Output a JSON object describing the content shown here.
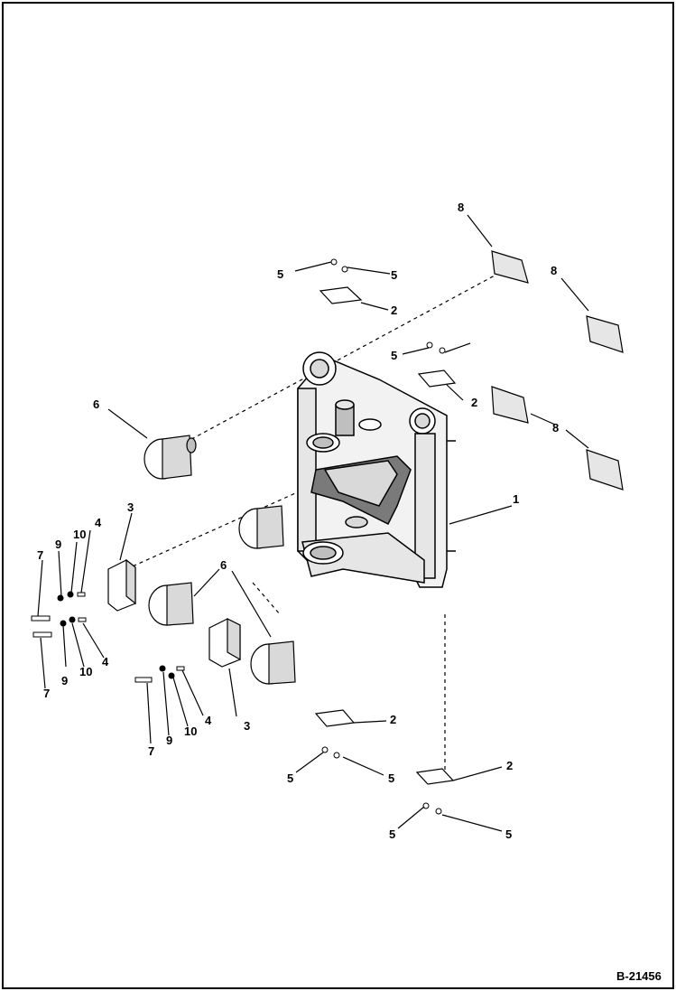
{
  "figure_id": "B-21456",
  "callouts": {
    "c1": "1",
    "c2a": "2",
    "c2b": "2",
    "c2c": "2",
    "c2d": "2",
    "c3a": "3",
    "c3b": "3",
    "c4a": "4",
    "c4b": "4",
    "c4c": "4",
    "c5a": "5",
    "c5b": "5",
    "c5c": "5",
    "c5d": "5",
    "c5e": "5",
    "c5f": "5",
    "c5g": "5",
    "c6a": "6",
    "c6b": "6",
    "c7a": "7",
    "c7b": "7",
    "c7c": "7",
    "c8a": "8",
    "c8b": "8",
    "c8c": "8",
    "c9a": "9",
    "c9b": "9",
    "c9c": "9",
    "c10a": "10",
    "c10b": "10",
    "c10c": "10"
  },
  "colors": {
    "line": "#000000",
    "part_fill": "#ffffff",
    "part_shade": "#d9d9d9",
    "part_dark": "#7a7a7a"
  }
}
